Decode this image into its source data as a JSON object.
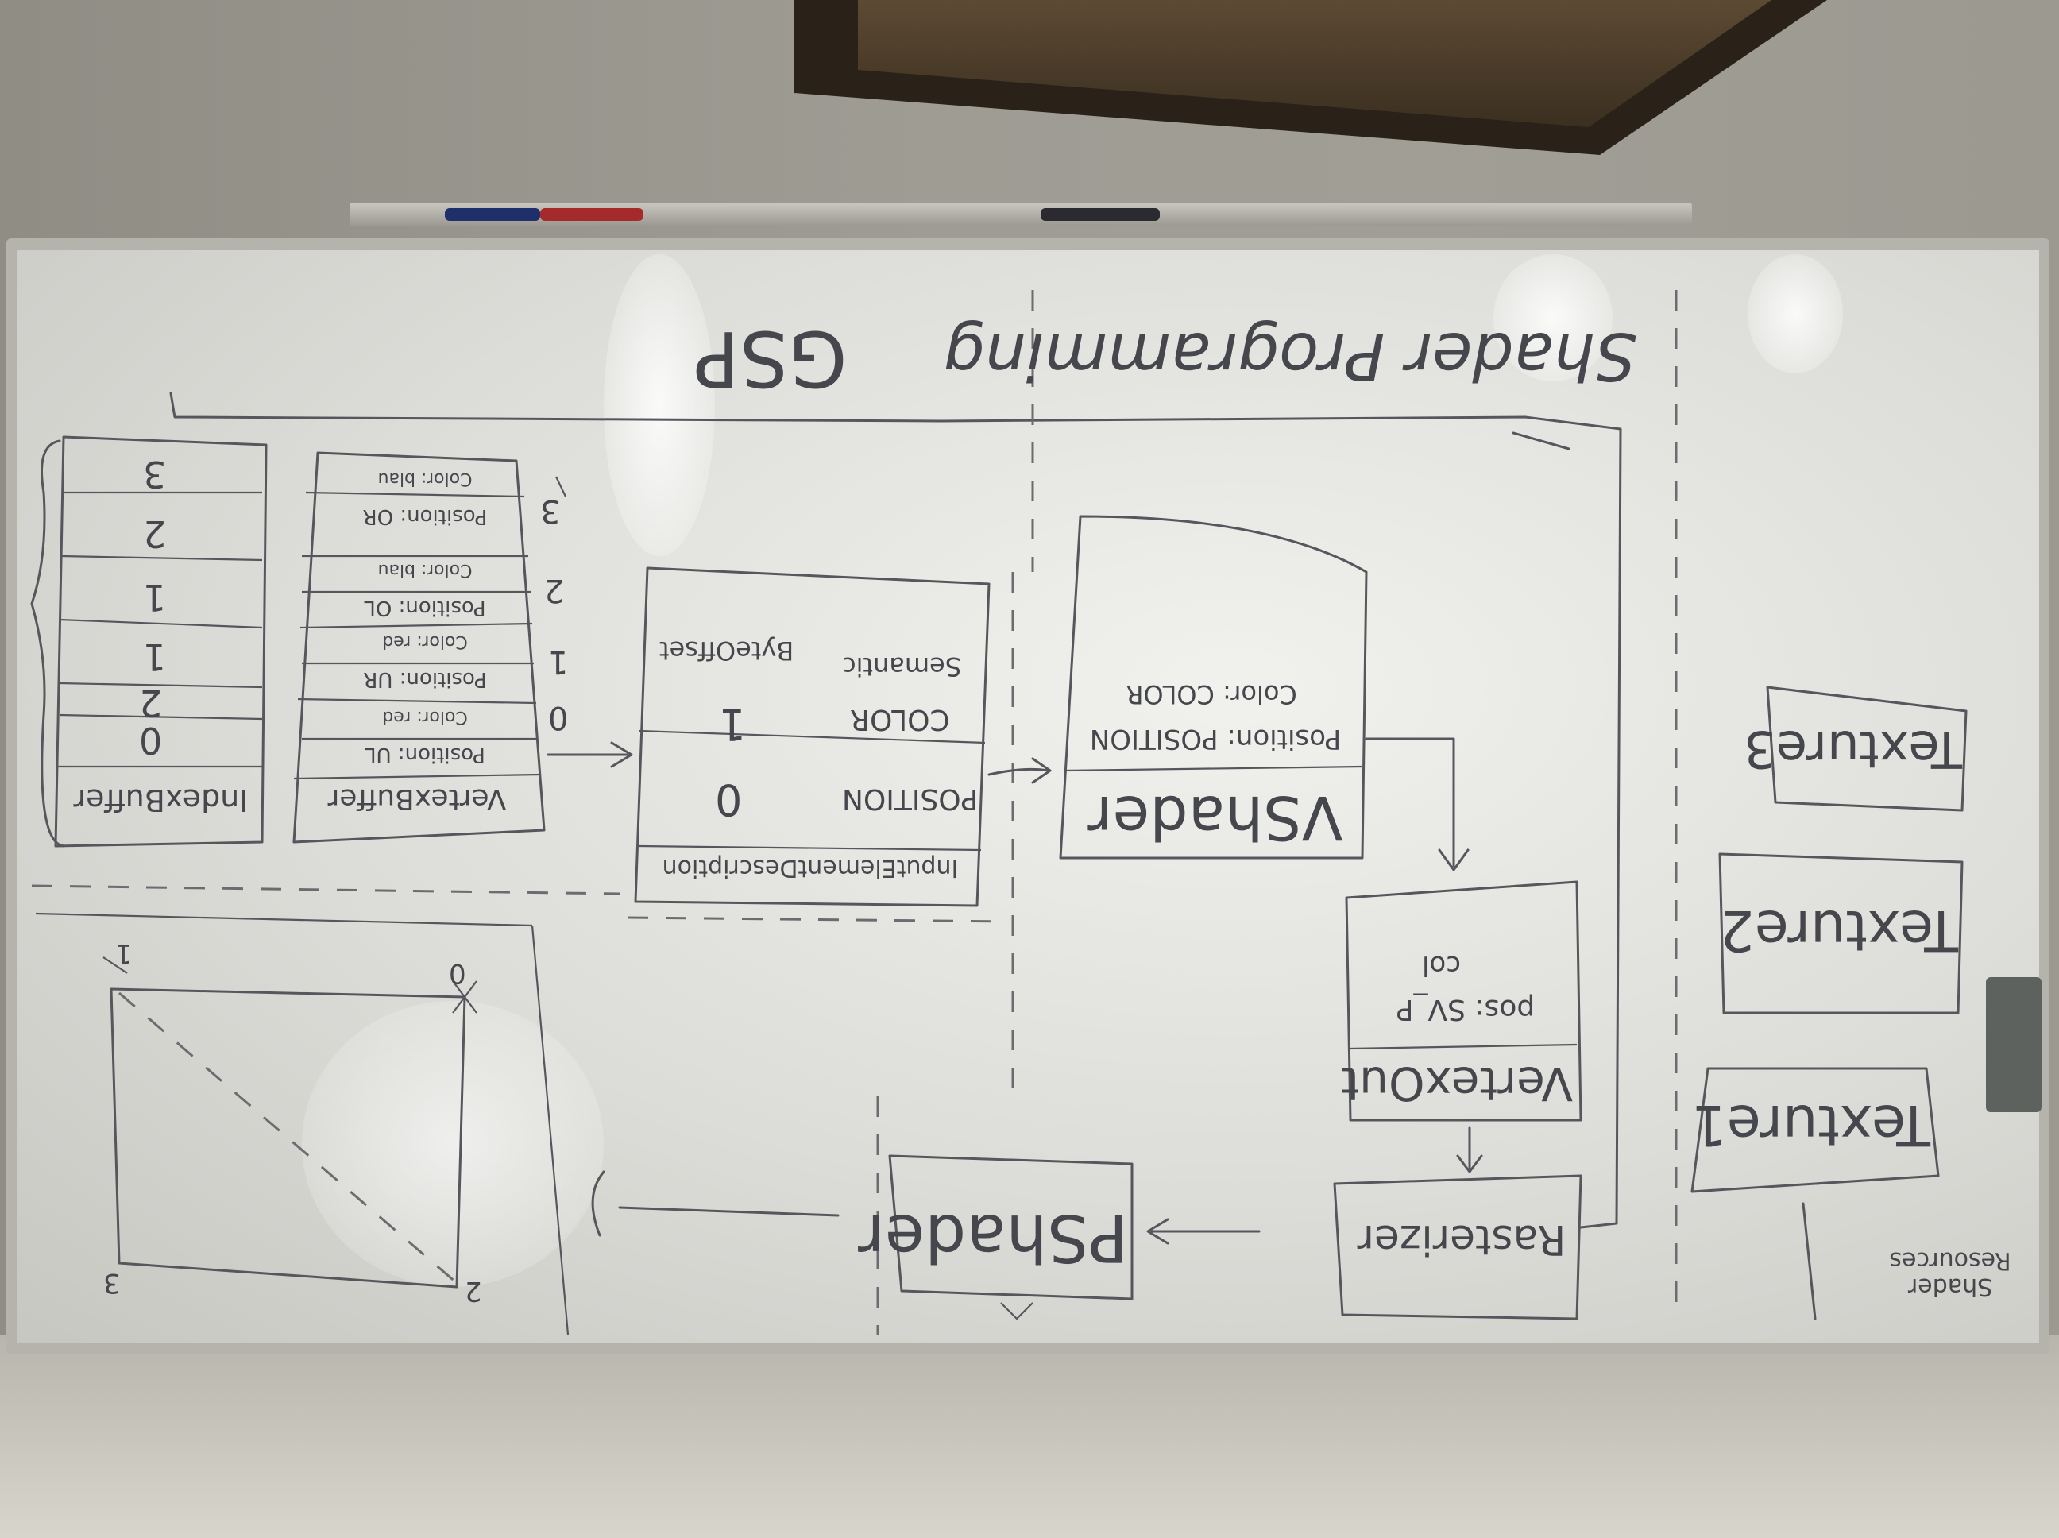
{
  "board": {
    "title": "Shader Programming",
    "gsp_label": "GSP",
    "vertex_buffer": {
      "header": "VertexBuffer",
      "rows": [
        {
          "index": "0",
          "position": "Position: UL",
          "color": "Color: red"
        },
        {
          "index": "1",
          "position": "Position: UR",
          "color": "Color: red"
        },
        {
          "index": "2",
          "position": "Position: OL",
          "color": "Color: blau"
        },
        {
          "index": "3",
          "position": "Position: OR",
          "color": "Color: blau"
        }
      ]
    },
    "index_buffer": {
      "header": "IndexBuffer",
      "values": [
        "0",
        "2",
        "1",
        "1",
        "2",
        "3"
      ]
    },
    "input_layout": {
      "header": "InputElementDescription",
      "row1_left": "POSITION",
      "row1_right": "0",
      "row2_left": "COLOR",
      "row2_right": "1",
      "footer_left": "Semantic",
      "footer_right": "ByteOffset"
    },
    "vertex_shader": {
      "title": "VShader",
      "line1": "Position: POSITION",
      "line2": "Color: COLOR"
    },
    "vertex_out": {
      "title": "VertexOut",
      "line1": "pos: SV_P",
      "line2": "col"
    },
    "rasterizer": "Rasterizer",
    "pixel_shader": "PShader",
    "textures": [
      "Texture1",
      "Texture2",
      "Texture3"
    ],
    "shader_resources": "Shader Resources",
    "quad_labels": [
      "0",
      "1",
      "2",
      "3"
    ]
  }
}
